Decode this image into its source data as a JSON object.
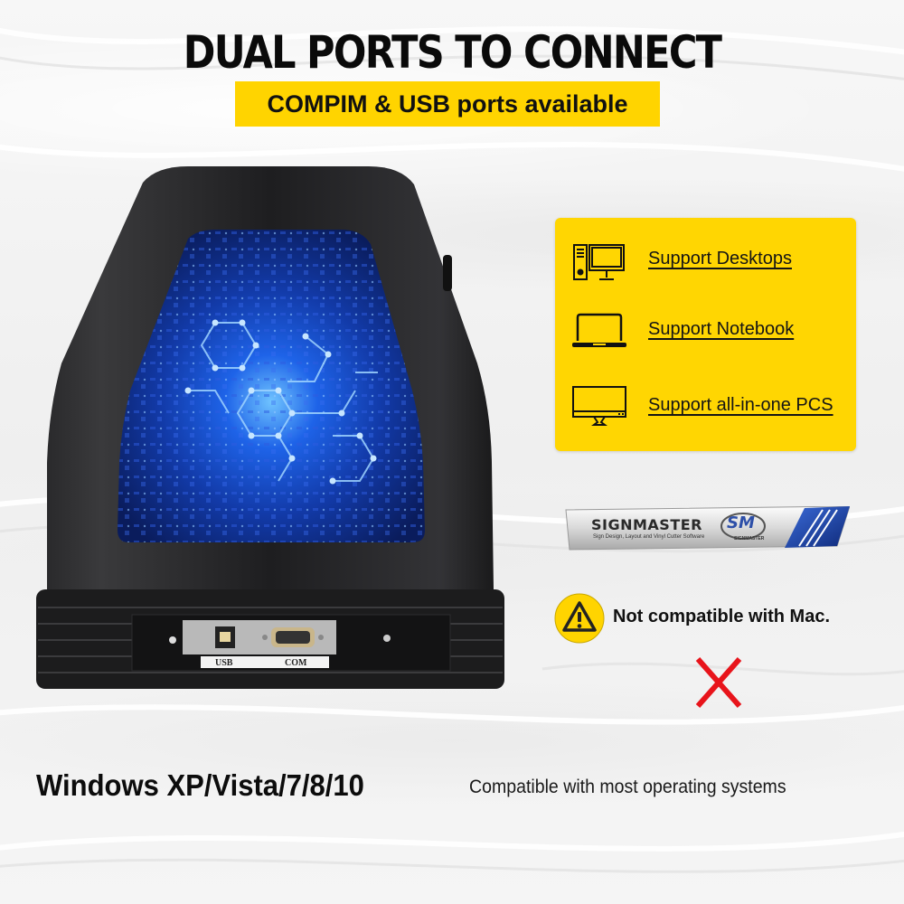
{
  "header": {
    "headline": "DUAL PORTS TO CONNECT",
    "subheadline": "COMPIM & USB ports available"
  },
  "device": {
    "ports": [
      {
        "label": "USB",
        "icon": "usb-b-port-icon"
      },
      {
        "label": "COM",
        "icon": "serial-db9-port-icon"
      }
    ]
  },
  "support": {
    "items": [
      {
        "icon": "desktop-computer-icon",
        "label": "Support Desktops"
      },
      {
        "icon": "laptop-icon",
        "label": "Support Notebook"
      },
      {
        "icon": "all-in-one-monitor-icon",
        "label": "Support all-in-one PCS"
      }
    ]
  },
  "software": {
    "name": "SIGNMASTER",
    "tagline": "Sign Design, Layout and Vinyl Cutter Software",
    "badge": "SM",
    "badge_sub": "SIGNMASTER"
  },
  "compatibility": {
    "warning_icon": "warning-triangle-icon",
    "warning_text": "Not compatible with Mac.",
    "cross_icon": "red-x-icon"
  },
  "os": {
    "title": "Windows XP/Vista/7/8/10",
    "caption": "Compatible with most operating systems"
  },
  "colors": {
    "accent_yellow": "#ffd602",
    "warning_red": "#e8141b",
    "device_black": "#1c1c1e",
    "screen_blue": "#1a4fd6"
  }
}
